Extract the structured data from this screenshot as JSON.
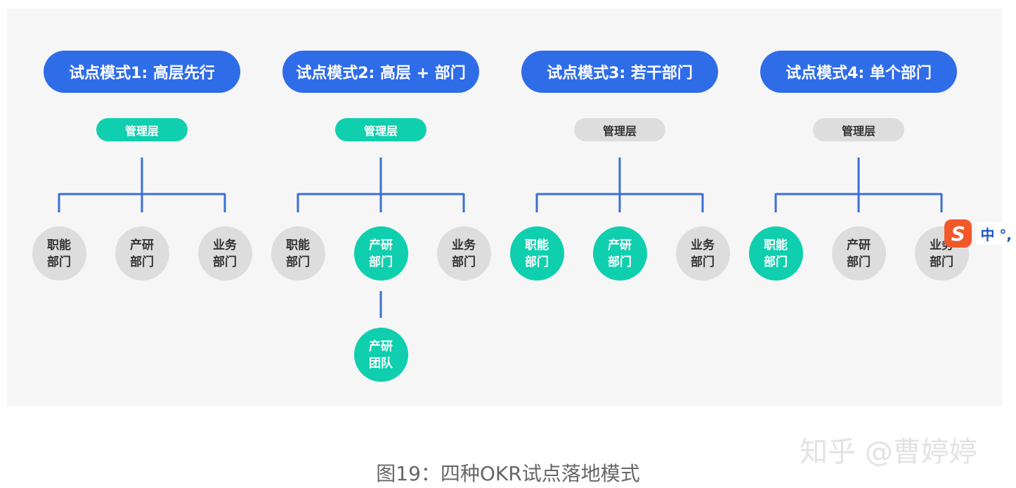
{
  "colors": {
    "title_pill": "#2f6ce8",
    "active": "#0fcfae",
    "inactive": "#dddddd",
    "connector": "#3b6fd6",
    "panel": "#f6f6f6"
  },
  "models": [
    {
      "title": "试点模式1: 高层先行",
      "management": {
        "label": "管理层",
        "active": true
      },
      "departments": [
        {
          "line1": "职能",
          "line2": "部门",
          "active": false
        },
        {
          "line1": "产研",
          "line2": "部门",
          "active": false
        },
        {
          "line1": "业务",
          "line2": "部门",
          "active": false
        }
      ]
    },
    {
      "title": "试点模式2: 高层 + 部门",
      "management": {
        "label": "管理层",
        "active": true
      },
      "departments": [
        {
          "line1": "职能",
          "line2": "部门",
          "active": false
        },
        {
          "line1": "产研",
          "line2": "部门",
          "active": true
        },
        {
          "line1": "业务",
          "line2": "部门",
          "active": false
        }
      ],
      "sub": {
        "line1": "产研",
        "line2": "团队",
        "active": true
      }
    },
    {
      "title": "试点模式3: 若干部门",
      "management": {
        "label": "管理层",
        "active": false
      },
      "departments": [
        {
          "line1": "职能",
          "line2": "部门",
          "active": true
        },
        {
          "line1": "产研",
          "line2": "部门",
          "active": true
        },
        {
          "line1": "业务",
          "line2": "部门",
          "active": false
        }
      ]
    },
    {
      "title": "试点模式4: 单个部门",
      "management": {
        "label": "管理层",
        "active": false
      },
      "departments": [
        {
          "line1": "职能",
          "line2": "部门",
          "active": true
        },
        {
          "line1": "产研",
          "line2": "部门",
          "active": false
        },
        {
          "line1": "业务",
          "line2": "部门",
          "active": false
        }
      ]
    }
  ],
  "caption": "图19：四种OKR试点落地模式",
  "watermark": "知乎 @曹婷婷",
  "ime": {
    "logo": "S",
    "text": "中 °,"
  }
}
